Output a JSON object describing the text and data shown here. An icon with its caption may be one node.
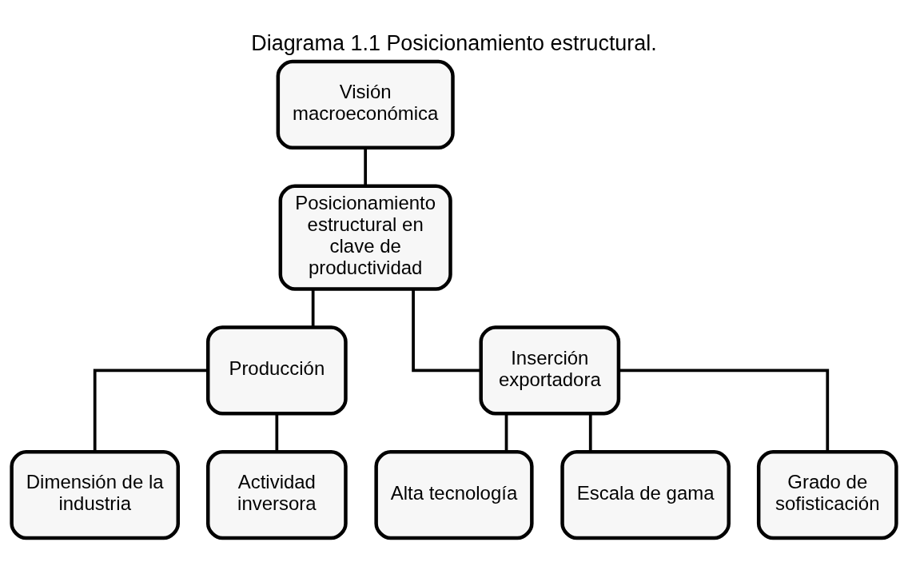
{
  "diagram": {
    "title": "Diagrama 1.1 Posicionamiento estructural.",
    "nodes": [
      {
        "text": [
          "Visión macroeconómica"
        ]
      },
      {
        "text": [
          "Posicionamiento estructural en clave de productividad"
        ]
      },
      {
        "text": [
          "Producción"
        ]
      },
      {
        "text": [
          "Inserción exportadora"
        ]
      },
      {
        "text": [
          "Dimensión de la industria"
        ]
      },
      {
        "text": [
          "Actividad inversora"
        ]
      },
      {
        "text": [
          "Alta tecnología"
        ]
      },
      {
        "text": [
          "Escala de gama"
        ]
      },
      {
        "text": [
          "Grado de sofisticación"
        ]
      }
    ],
    "edges": [
      {
        "from": 0,
        "to": 1,
        "arrow": "none"
      },
      {
        "from": 1,
        "to": 2,
        "arrow": "none"
      },
      {
        "from": 1,
        "to": 3,
        "arrow": "none"
      },
      {
        "from": 2,
        "to": 4,
        "arrow": "none"
      },
      {
        "from": 2,
        "to": 5,
        "arrow": "none"
      },
      {
        "from": 3,
        "to": 6,
        "arrow": "none"
      },
      {
        "from": 3,
        "to": 7,
        "arrow": "none"
      },
      {
        "from": 3,
        "to": 8,
        "arrow": "none"
      }
    ]
  }
}
